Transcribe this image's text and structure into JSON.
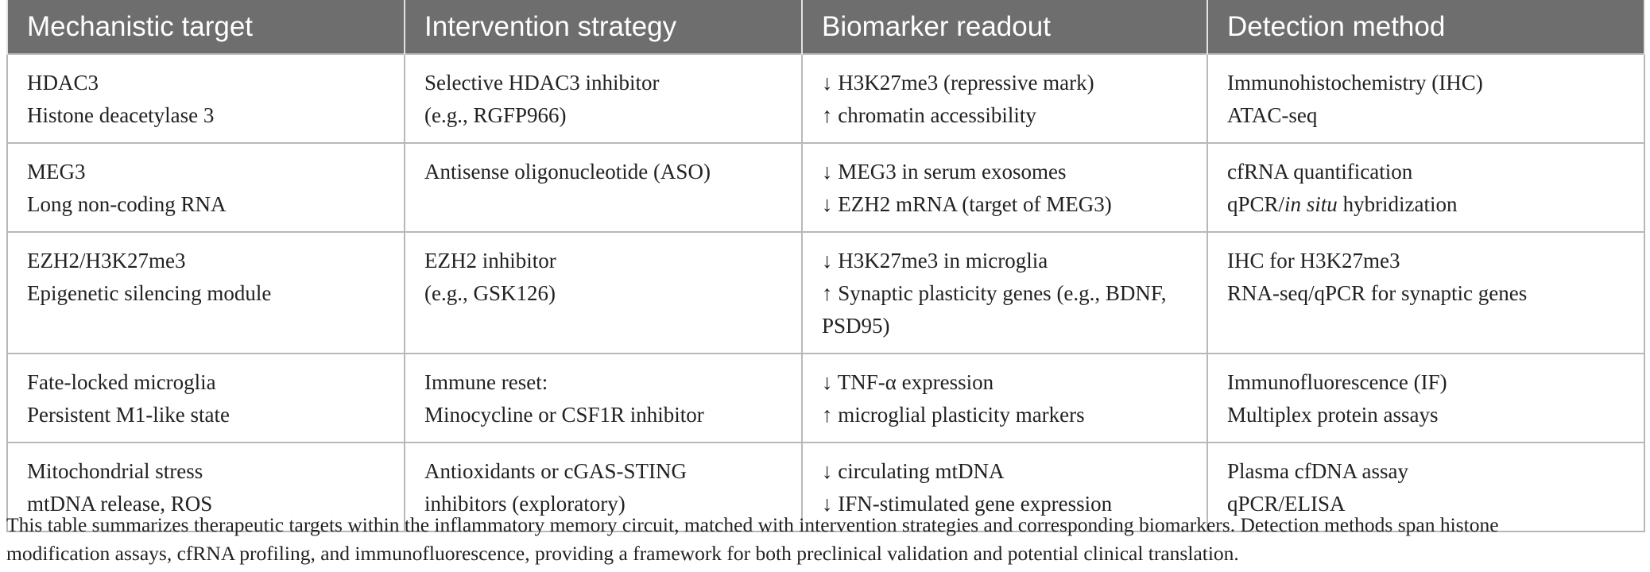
{
  "table": {
    "headers": [
      "Mechanistic target",
      "Intervention strategy",
      "Biomarker readout",
      "Detection method"
    ],
    "rows": [
      {
        "target": [
          "HDAC3",
          "Histone deacetylase 3"
        ],
        "intervention": [
          "Selective HDAC3 inhibitor",
          "(e.g., RGFP966)"
        ],
        "biomarker": [
          "↓ H3K27me3 (repressive mark)",
          "↑ chromatin accessibility"
        ],
        "detection": [
          "Immunohistochemistry (IHC)",
          "ATAC-seq"
        ]
      },
      {
        "target": [
          "MEG3",
          "Long non-coding RNA"
        ],
        "intervention": [
          "Antisense oligonucleotide (ASO)"
        ],
        "biomarker": [
          "↓ MEG3 in serum exosomes",
          "↓ EZH2 mRNA (target of MEG3)"
        ],
        "detection": [
          "cfRNA quantification",
          {
            "pre": "qPCR/",
            "em": "in situ",
            "post": " hybridization"
          }
        ]
      },
      {
        "target": [
          "EZH2/H3K27me3",
          "Epigenetic silencing module"
        ],
        "intervention": [
          "EZH2 inhibitor",
          "(e.g., GSK126)"
        ],
        "biomarker": [
          "↓ H3K27me3 in microglia",
          "↑ Synaptic plasticity genes (e.g., BDNF,",
          "PSD95)"
        ],
        "detection": [
          "IHC for H3K27me3",
          "RNA-seq/qPCR for synaptic genes"
        ]
      },
      {
        "target": [
          "Fate-locked microglia",
          "Persistent M1-like state"
        ],
        "intervention": [
          "Immune reset:",
          "Minocycline or CSF1R inhibitor"
        ],
        "biomarker": [
          "↓ TNF-α expression",
          "↑ microglial plasticity markers"
        ],
        "detection": [
          "Immunofluorescence (IF)",
          "Multiplex protein assays"
        ]
      },
      {
        "target": [
          "Mitochondrial stress",
          "mtDNA release, ROS"
        ],
        "intervention": [
          "Antioxidants or cGAS-STING",
          "inhibitors (exploratory)"
        ],
        "biomarker": [
          "↓ circulating mtDNA",
          "↓ IFN-stimulated gene expression"
        ],
        "detection": [
          "Plasma cfDNA assay",
          "qPCR/ELISA"
        ]
      }
    ]
  },
  "footnote": [
    "This table summarizes therapeutic targets within the inflammatory memory circuit, matched with intervention strategies and corresponding biomarkers. Detection methods span histone",
    "modification assays, cfRNA profiling, and immunofluorescence, providing a framework for both preclinical validation and potential clinical translation."
  ]
}
